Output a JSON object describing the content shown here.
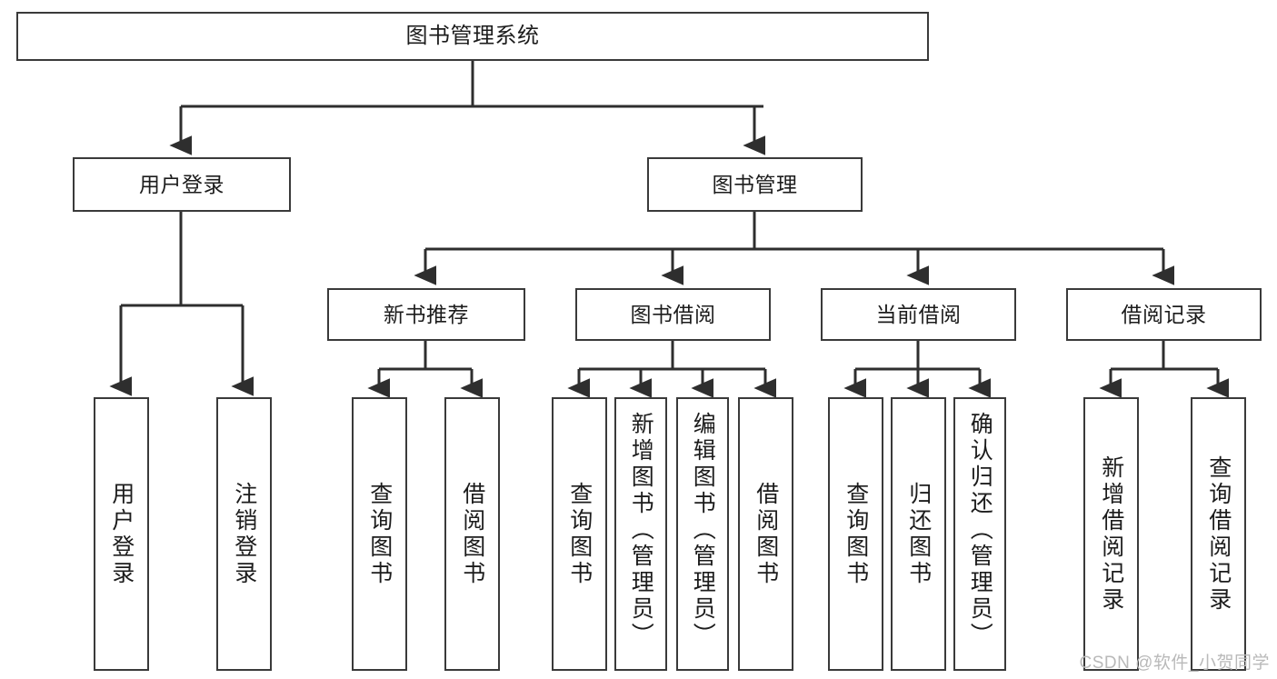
{
  "diagram": {
    "title": "图书管理系统",
    "type": "hierarchy-tree",
    "background_color": "#ffffff",
    "line_color": "#3a3a3a",
    "text_color": "#1c1c1c",
    "watermark": "CSDN @软件_小贺同学",
    "levels": {
      "level0": "root",
      "level1": "modules",
      "level2": "submodules",
      "level3": "functions"
    },
    "nodes": {
      "root": {
        "label": "图书管理系统"
      },
      "user_login": {
        "label": "用户登录"
      },
      "book_manage": {
        "label": "图书管理"
      },
      "new_book_rec": {
        "label": "新书推荐"
      },
      "book_borrow": {
        "label": "图书借阅"
      },
      "current_borrow": {
        "label": "当前借阅"
      },
      "borrow_record": {
        "label": "借阅记录"
      },
      "leaf_user_login": {
        "label": "用户登录"
      },
      "leaf_logout": {
        "label": "注销登录"
      },
      "leaf_query_book_1": {
        "label": "查询图书"
      },
      "leaf_borrow_book_1": {
        "label": "借阅图书"
      },
      "leaf_query_book_2": {
        "label": "查询图书"
      },
      "leaf_add_book": {
        "label": "新增图书（管理员）"
      },
      "leaf_edit_book": {
        "label": "编辑图书（管理员）"
      },
      "leaf_borrow_book_2": {
        "label": "借阅图书"
      },
      "leaf_query_book_3": {
        "label": "查询图书"
      },
      "leaf_return_book": {
        "label": "归还图书"
      },
      "leaf_confirm_return": {
        "label": "确认归还（管理员）"
      },
      "leaf_add_record": {
        "label": "新增借阅记录"
      },
      "leaf_query_record": {
        "label": "查询借阅记录"
      }
    }
  }
}
